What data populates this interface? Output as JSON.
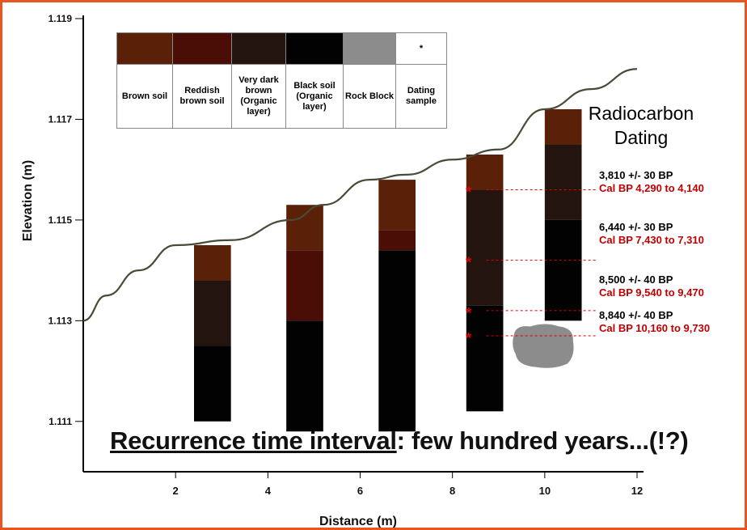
{
  "chart_data": {
    "type": "area",
    "xlabel": "Distance (m)",
    "ylabel": "Elevation (m)",
    "xlim": [
      0,
      12
    ],
    "ylim": [
      1.11,
      1.119
    ],
    "x_ticks": [
      "2",
      "4",
      "6",
      "8",
      "10",
      "12"
    ],
    "y_ticks": [
      "1.119",
      "1.117",
      "1.115",
      "1.113",
      "1.111"
    ],
    "surface_profile": {
      "x": [
        0,
        0.5,
        1.2,
        2.0,
        3.2,
        4.5,
        5.2,
        6.2,
        7.0,
        8.0,
        9.0,
        10.0,
        11.0,
        12.0
      ],
      "y": [
        1.113,
        1.1135,
        1.114,
        1.1145,
        1.1146,
        1.115,
        1.1153,
        1.1158,
        1.1159,
        1.1162,
        1.1164,
        1.1172,
        1.1176,
        1.118
      ]
    },
    "soil_columns": [
      {
        "x_start": 2.4,
        "x_end": 3.2,
        "layers": [
          {
            "type": "brown",
            "top": 1.1145,
            "bottom": 1.1138
          },
          {
            "type": "very_dark_brown",
            "top": 1.1138,
            "bottom": 1.1125
          },
          {
            "type": "black",
            "top": 1.1125,
            "bottom": 1.111
          }
        ]
      },
      {
        "x_start": 4.4,
        "x_end": 5.2,
        "layers": [
          {
            "type": "brown",
            "top": 1.1153,
            "bottom": 1.1144
          },
          {
            "type": "reddish_brown",
            "top": 1.1144,
            "bottom": 1.113
          },
          {
            "type": "black",
            "top": 1.113,
            "bottom": 1.1108
          }
        ]
      },
      {
        "x_start": 6.4,
        "x_end": 7.2,
        "layers": [
          {
            "type": "brown",
            "top": 1.1158,
            "bottom": 1.1148
          },
          {
            "type": "reddish_brown",
            "top": 1.1148,
            "bottom": 1.1144
          },
          {
            "type": "black",
            "top": 1.1144,
            "bottom": 1.1108
          }
        ]
      },
      {
        "x_start": 8.3,
        "x_end": 9.1,
        "layers": [
          {
            "type": "brown",
            "top": 1.1163,
            "bottom": 1.1156
          },
          {
            "type": "very_dark_brown",
            "top": 1.1156,
            "bottom": 1.1133
          },
          {
            "type": "black",
            "top": 1.1133,
            "bottom": 1.1112
          }
        ]
      },
      {
        "x_start": 10.0,
        "x_end": 10.8,
        "layers": [
          {
            "type": "brown",
            "top": 1.1172,
            "bottom": 1.1165
          },
          {
            "type": "very_dark_brown",
            "top": 1.1165,
            "bottom": 1.115
          },
          {
            "type": "black",
            "top": 1.115,
            "bottom": 1.113
          }
        ]
      }
    ],
    "rock_block": {
      "x_center": 10.0,
      "y_center": 1.1125
    },
    "dating_samples": [
      {
        "x": 8.35,
        "y": 1.1156
      },
      {
        "x": 8.35,
        "y": 1.1142
      },
      {
        "x": 8.35,
        "y": 1.1132
      },
      {
        "x": 8.35,
        "y": 1.1127
      }
    ]
  },
  "legend": {
    "items": [
      {
        "label": "Brown soil",
        "color": "#5a2008"
      },
      {
        "label": "Reddish brown soil",
        "color": "#4a0e06"
      },
      {
        "label": "Very dark brown (Organic layer)",
        "color": "#24140f"
      },
      {
        "label": "Black soil (Organic layer)",
        "color": "#020202"
      },
      {
        "label": "Rock Block",
        "color": "#8c8c8c"
      },
      {
        "label": "Dating sample",
        "color": "#ffffff",
        "symbol": "*"
      }
    ]
  },
  "colors": {
    "brown": "#5a2008",
    "reddish_brown": "#4a0e06",
    "very_dark_brown": "#24140f",
    "black": "#020202",
    "rock": "#8c8c8c",
    "surface_line": "#4a4a38",
    "sample_star": "#e00000",
    "frame": "#e8561f"
  },
  "radiocarbon": {
    "title_line1": "Radiocarbon",
    "title_line2": "Dating",
    "dates": [
      {
        "bp": "3,810 +/- 30 BP",
        "cal": "Cal BP 4,290 to 4,140"
      },
      {
        "bp": "6,440 +/- 30 BP",
        "cal": "Cal BP 7,430  to 7,310"
      },
      {
        "bp": "8,500 +/- 40 BP",
        "cal": "Cal BP 9,540  to 9,470"
      },
      {
        "bp": "8,840 +/- 40 BP",
        "cal": "Cal BP 10,160  to 9,730"
      }
    ]
  },
  "headline": {
    "underlined": "Recurrence time interval",
    "rest": ":  few hundred years...(!?)"
  }
}
